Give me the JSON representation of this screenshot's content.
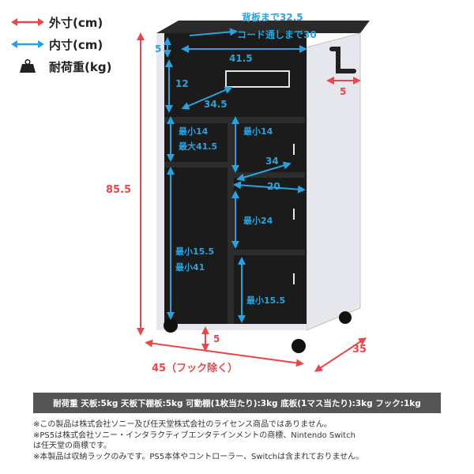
{
  "legend": {
    "outer": {
      "label": "外寸(cm)",
      "color": "#e8474b"
    },
    "inner": {
      "label": "内寸(cm)",
      "color": "#2aa2de"
    },
    "load": {
      "label": "耐荷重(kg)",
      "icon": "weight-icon"
    }
  },
  "dimensions": {
    "outer_height": "85.5",
    "outer_width": "45（フック除く）",
    "outer_depth": "35",
    "hook": "5",
    "caster": "5",
    "back_top": "背板まで32.5",
    "cord": "コード通しまで30",
    "top_gap": "5",
    "inner_width": "41.5",
    "top_shelf_height": "12",
    "top_shelf_depth": "34.5",
    "left_mid_min": "最小14",
    "left_mid_max": "最大41.5",
    "right_mid_min": "最小14",
    "right_mid_depth": "34",
    "right_mid_width": "20",
    "right_lower_min": "最小24",
    "left_low_min": "最小15.5",
    "left_low_max": "最小41",
    "right_bottom_min": "最小15.5"
  },
  "spec_bar": "耐荷重 天板:5kg 天板下棚板:5kg 可動棚(1枚当たり):3kg 底板(1マス当たり):3kg フック:1kg",
  "notes": [
    "※この製品は株式会社ソニー及び任天堂株式会社のライセンス商品ではありません。",
    "※PS5は株式会社ソニー・インタラクティブエンタテインメントの商標、Nintendo Switch",
    "は任天堂の商標です。",
    "※本製品は収納ラックのみです。PS5本体やコントローラー、Switchは含まれておりません。"
  ],
  "colors": {
    "outer": "#e8474b",
    "inner": "#2aa2de",
    "cabinet_black": "#1b1b1b",
    "cabinet_side": "#e6e7ec",
    "spec_bar": "#555555"
  }
}
